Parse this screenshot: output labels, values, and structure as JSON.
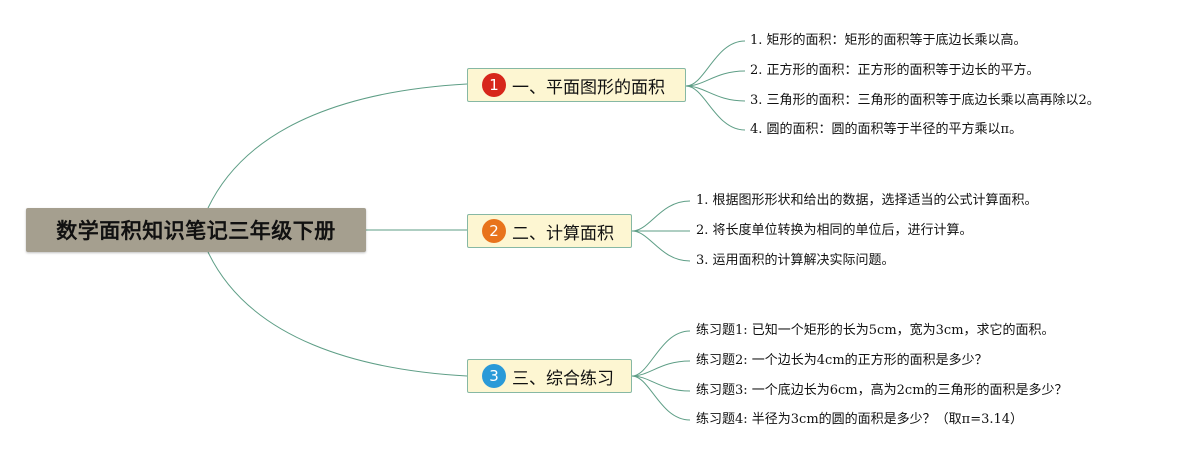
{
  "root": {
    "title": "数学面积知识笔记三年级下册"
  },
  "colors": {
    "link": "#5e9e86",
    "root_bg": "#a59f8f",
    "branch_bg": "#fdf6d2",
    "branch_border": "#86b8a4"
  },
  "branches": [
    {
      "number": "1",
      "badge_color": "#d7261b",
      "label": "一、平面图形的面积",
      "items": [
        "1. 矩形的面积：矩形的面积等于底边长乘以高。",
        "2. 正方形的面积：正方形的面积等于边长的平方。",
        "3. 三角形的面积：三角形的面积等于底边长乘以高再除以2。",
        "4. 圆的面积：圆的面积等于半径的平方乘以π。"
      ]
    },
    {
      "number": "2",
      "badge_color": "#e8731c",
      "label": "二、计算面积",
      "items": [
        "1. 根据图形形状和给出的数据，选择适当的公式计算面积。",
        "2. 将长度单位转换为相同的单位后，进行计算。",
        "3. 运用面积的计算解决实际问题。"
      ]
    },
    {
      "number": "3",
      "badge_color": "#2a9ad8",
      "label": "三、综合练习",
      "items": [
        "练习题1: 已知一个矩形的长为5cm，宽为3cm，求它的面积。",
        "练习题2: 一个边长为4cm的正方形的面积是多少？",
        "练习题3: 一个底边长为6cm，高为2cm的三角形的面积是多少？",
        "练习题4: 半径为3cm的圆的面积是多少？（取π=3.14）"
      ]
    }
  ]
}
